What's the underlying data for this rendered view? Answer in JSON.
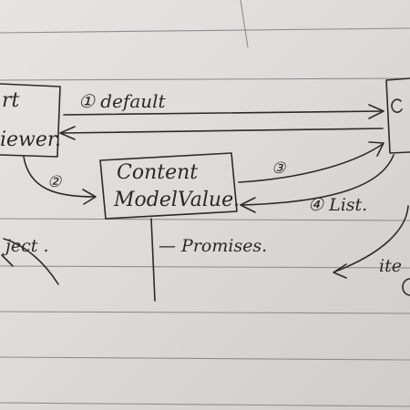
{
  "diagram": {
    "nodes": [
      {
        "id": "left-box",
        "lines": [
          "rt",
          "iewer."
        ]
      },
      {
        "id": "content-model-value-box",
        "lines": [
          "Content",
          "ModelValue."
        ]
      },
      {
        "id": "right-box",
        "lines": []
      }
    ],
    "edges": [
      {
        "id": "edge-1",
        "label": "① default"
      },
      {
        "id": "edge-2",
        "label": "②"
      },
      {
        "id": "edge-3",
        "label": "③"
      },
      {
        "id": "edge-4",
        "label": "④ List."
      }
    ],
    "notes": [
      {
        "id": "note-object",
        "text": "ject ."
      },
      {
        "id": "note-promises",
        "text": "— Promises."
      },
      {
        "id": "note-right",
        "text": "ite"
      }
    ]
  }
}
